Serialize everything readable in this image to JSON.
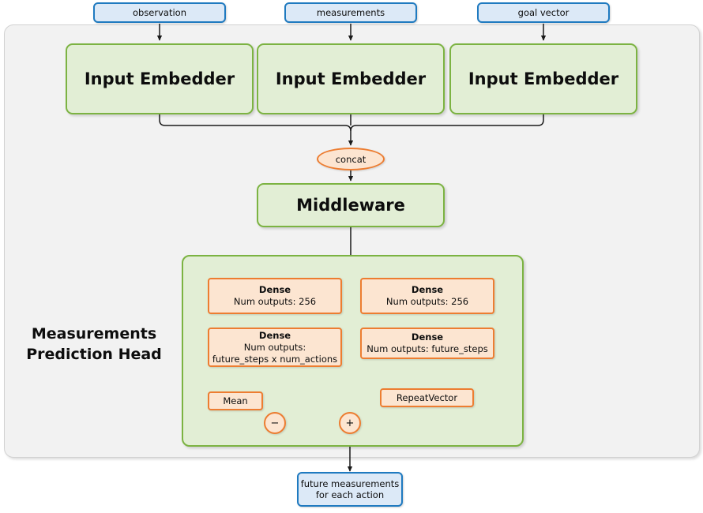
{
  "diagram": {
    "title": "Measurements Prediction Head architecture",
    "colors": {
      "frame_bg": "#f2f2f2",
      "io_fill": "#dce9f7",
      "io_stroke": "#1f7ac0",
      "module_fill": "#e2eed5",
      "module_stroke": "#7cb342",
      "op_fill": "#fce5d1",
      "op_stroke": "#ed7d31",
      "wire": "#1a1a1a"
    }
  },
  "inputs": [
    {
      "label": "observation"
    },
    {
      "label": "measurements"
    },
    {
      "label": "goal vector"
    }
  ],
  "embedders": [
    {
      "label": "Input Embedder"
    },
    {
      "label": "Input Embedder"
    },
    {
      "label": "Input Embedder"
    }
  ],
  "concat": {
    "label": "concat"
  },
  "middleware": {
    "label": "Middleware"
  },
  "head": {
    "title_line1": "Measurements",
    "title_line2": "Prediction Head",
    "left_branch": {
      "dense1": {
        "title": "Dense",
        "detail": "Num outputs: 256"
      },
      "dense2": {
        "title": "Dense",
        "detail_line1": "Num outputs:",
        "detail_line2": "future_steps x num_actions"
      },
      "mean": {
        "label": "Mean"
      }
    },
    "right_branch": {
      "dense1": {
        "title": "Dense",
        "detail": "Num outputs: 256"
      },
      "dense2": {
        "title": "Dense",
        "detail": "Num outputs: future_steps"
      },
      "repeat_vector": {
        "label": "RepeatVector"
      }
    },
    "ops": {
      "subtract": {
        "symbol": "−"
      },
      "add": {
        "symbol": "+"
      }
    }
  },
  "output": {
    "line1": "future measurements",
    "line2": "for each action"
  }
}
